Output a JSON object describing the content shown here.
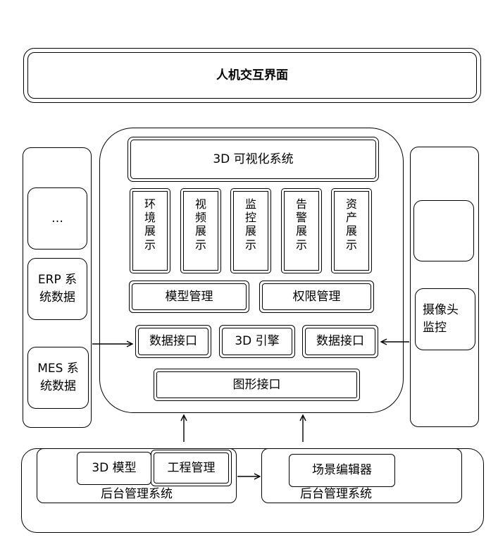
{
  "hmi": {
    "label": "人机交互界面"
  },
  "viz": {
    "title": "3D 可视化系统",
    "columns": [
      "环境展示",
      "视频展示",
      "监控展示",
      "告警展示",
      "资产展示"
    ],
    "model_mgmt": "模型管理",
    "perm_mgmt": "权限管理",
    "data_if_left": "数据接口",
    "engine": "3D 引擎",
    "data_if_right": "数据接口",
    "graphics_if": "图形接口"
  },
  "left": {
    "item1": "…",
    "item2": "ERP 系统数据",
    "item3": "MES 系统数据"
  },
  "right": {
    "item1": "",
    "item2": "摄像头监控"
  },
  "backend": {
    "model": "3D 模型",
    "project": "工程管理",
    "left_caption": "后台管理系统",
    "scene_editor": "场景编辑器",
    "right_caption": "后台管理系统"
  }
}
